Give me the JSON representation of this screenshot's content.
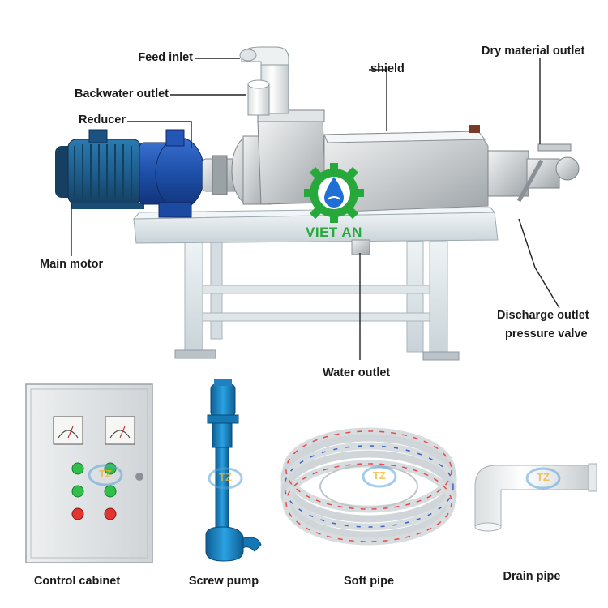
{
  "labels": {
    "feed_inlet": "Feed inlet",
    "backwater_outlet": "Backwater outlet",
    "reducer": "Reducer",
    "main_motor": "Main motor",
    "shield": "shield",
    "dry_material_outlet": "Dry material outlet",
    "discharge_outlet_line1": "Discharge outlet",
    "discharge_outlet_line2": "pressure valve",
    "water_outlet": "Water outlet"
  },
  "logo": {
    "text": "VIET AN",
    "color": "#27a83a",
    "drop_color": "#1f6fd6"
  },
  "watermark": "TZ",
  "accessories": {
    "control_cabinet": "Control cabinet",
    "screw_pump": "Screw pump",
    "soft_pipe": "Soft pipe",
    "drain_pipe": "Drain pipe"
  },
  "colors": {
    "motor": "#1f5e8f",
    "reducer": "#1d4fa8",
    "frame": "#dde6ea",
    "steel": "#cfd3d6",
    "pump": "#1e8fd0",
    "cabinet": "#dfe3e6",
    "lamp_green": "#2fbf4a",
    "lamp_red": "#e2352f",
    "leader_line": "#222222"
  }
}
